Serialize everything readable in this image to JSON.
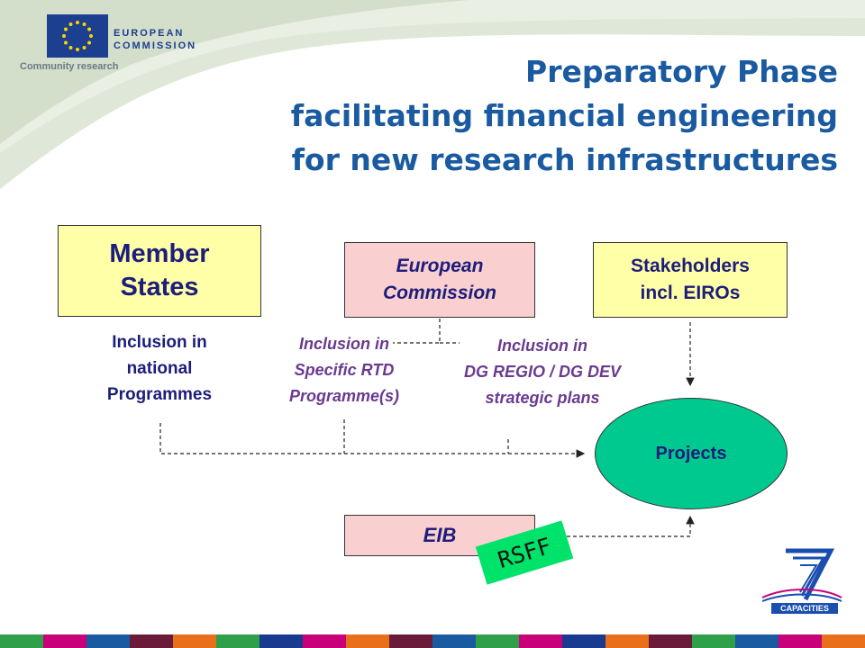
{
  "header": {
    "org_line1": "EUROPEAN",
    "org_line2": "COMMISSION",
    "community": "Community research"
  },
  "title": {
    "line1": "Preparatory Phase",
    "line2": "facilitating financial engineering",
    "line3": "for new research infrastructures"
  },
  "boxes": {
    "member_states": "Member\nStates",
    "european_commission": "European\nCommission",
    "stakeholders": "Stakeholders\nincl. EIROs",
    "eib": "EIB",
    "projects": "Projects"
  },
  "labels": {
    "national": "Inclusion in\nnational\nProgrammes",
    "rtd": "Inclusion in\nSpecific RTD\nProgramme(s)",
    "regio": "Inclusion in\nDG REGIO / DG DEV\nstrategic plans"
  },
  "rsff": "RSFF",
  "fp7": {
    "capacities": "CAPACITIES"
  },
  "colors": {
    "title": "#1a5aa0",
    "box_yellow": "#ffffa8",
    "box_pink": "#f9cfd0",
    "projects_green": "#00c98f",
    "rsff_green": "#00e36b",
    "label_purple": "#6b3a8f",
    "label_navy": "#1d1d7a",
    "footer_bar": [
      "#2fa04a",
      "#c8007a",
      "#1a5aa0",
      "#6a1b3a",
      "#e8701a",
      "#2fa04a",
      "#1a3a8f",
      "#c8007a",
      "#e8701a",
      "#6a1b3a",
      "#1a5aa0",
      "#2fa04a",
      "#c8007a",
      "#1a3a8f",
      "#e8701a",
      "#6a1b3a",
      "#2fa04a",
      "#1a5aa0",
      "#c8007a",
      "#e8701a"
    ]
  },
  "icons": [
    "eu-flag-icon",
    "fp7-logo-icon"
  ]
}
